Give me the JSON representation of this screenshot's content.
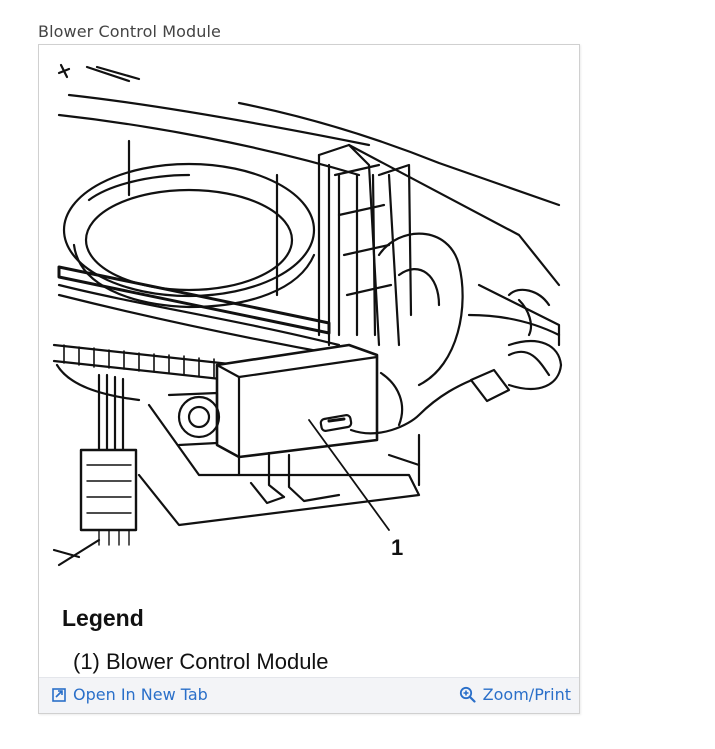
{
  "caption": "Blower Control Module",
  "figure": {
    "callout_number": "1",
    "legend_title": "Legend",
    "legend_item": "(1) Blower Control Module"
  },
  "toolbar": {
    "open_tab_label": "Open In New Tab",
    "open_tab_icon": "open-new-tab-icon",
    "zoom_label": "Zoom/Print",
    "zoom_icon": "magnifier-plus-icon"
  },
  "colors": {
    "link": "#2a6fc9",
    "toolbar_bg": "#f3f4f7",
    "caption": "#444444"
  }
}
